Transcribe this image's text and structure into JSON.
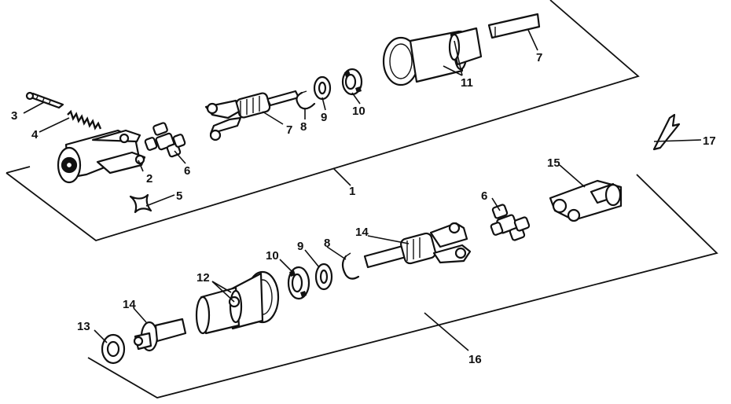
{
  "diagram": {
    "callouts": {
      "c1": "1",
      "c2": "2",
      "c3": "3",
      "c4": "4",
      "c5": "5",
      "c6a": "6",
      "c6b": "6",
      "c7a": "7",
      "c7b": "7",
      "c8a": "8",
      "c8b": "8",
      "c9a": "9",
      "c9b": "9",
      "c10a": "10",
      "c10b": "10",
      "c11": "11",
      "c12": "12",
      "c13": "13",
      "c14a": "14",
      "c14b": "14",
      "c15": "15",
      "c16": "16",
      "c17": "17"
    }
  }
}
